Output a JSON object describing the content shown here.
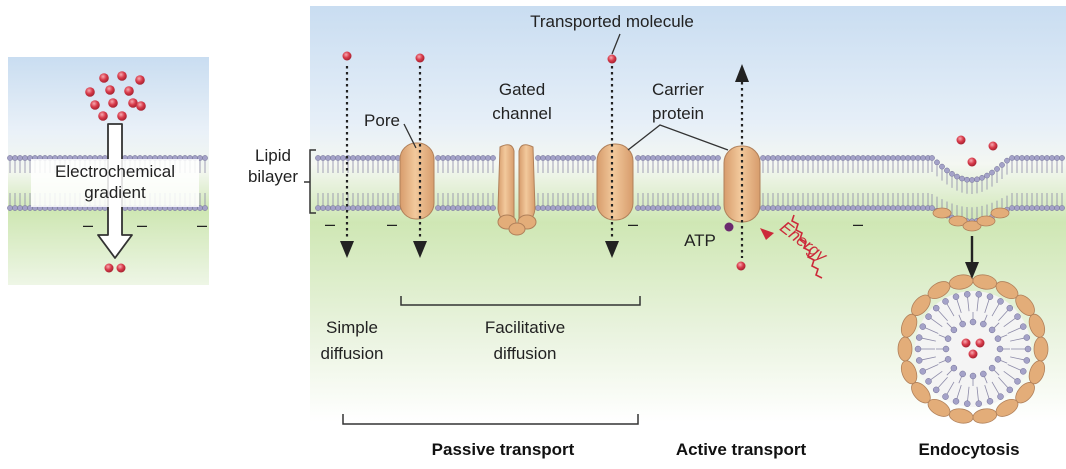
{
  "labels": {
    "transported_molecule": "Transported molecule",
    "gated_line1": "Gated",
    "gated_line2": "channel",
    "carrier_line1": "Carrier",
    "carrier_line2": "protein",
    "pore": "Pore",
    "lipid_line1": "Lipid",
    "lipid_line2": "bilayer",
    "electro_line1": "Electrochemical",
    "electro_line2": "gradient",
    "atp": "ATP",
    "energy": "Energy",
    "simple_line1": "Simple",
    "simple_line2": "diffusion",
    "facil_line1": "Facilitative",
    "facil_line2": "diffusion",
    "passive": "Passive transport",
    "active": "Active transport",
    "endocytosis": "Endocytosis",
    "minus": "–"
  },
  "colors": {
    "extracellular": "#c9ddf1",
    "intracellular": "#cfe7b4",
    "molecule": "#d83a4a",
    "protein": "#e8b88a",
    "protein_edge": "#b0805a",
    "lipid_head": "#a4a2c8",
    "energy": "#cc2a3a",
    "atp_dot": "#6b2a6e"
  }
}
